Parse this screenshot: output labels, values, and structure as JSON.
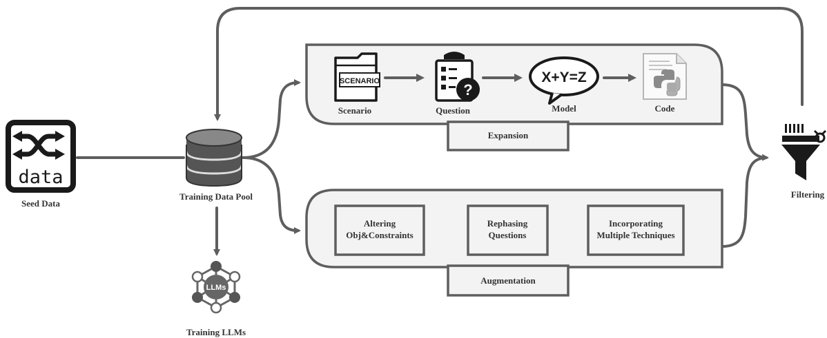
{
  "nodes": {
    "seed_data": {
      "label": "Seed Data",
      "icon_text": "data"
    },
    "pool": {
      "label": "Training Data Pool"
    },
    "llms": {
      "label": "Training LLMs",
      "icon_text": "LLMs"
    },
    "filtering": {
      "label": "Filtering"
    }
  },
  "expansion": {
    "label": "Expansion",
    "steps": [
      {
        "label": "Scenario",
        "icon": "scenario-folder-icon",
        "icon_text": "SCENARIO"
      },
      {
        "label": "Question",
        "icon": "clipboard-question-icon",
        "icon_text": "?"
      },
      {
        "label": "Model",
        "icon": "equation-bubble-icon",
        "icon_text": "X+Y=Z"
      },
      {
        "label": "Code",
        "icon": "python-file-icon"
      }
    ]
  },
  "augmentation": {
    "label": "Augmentation",
    "items": [
      {
        "line1": "Altering",
        "line2": "Obj&Constraints"
      },
      {
        "line1": "Rephasing",
        "line2": "Questions"
      },
      {
        "line1": "Incorporating",
        "line2": "Multiple Techniques"
      }
    ]
  },
  "colors": {
    "stroke": "#5e5e5e",
    "panel_fill": "#f3f3f3",
    "icon_dark": "#1a1a1a"
  }
}
